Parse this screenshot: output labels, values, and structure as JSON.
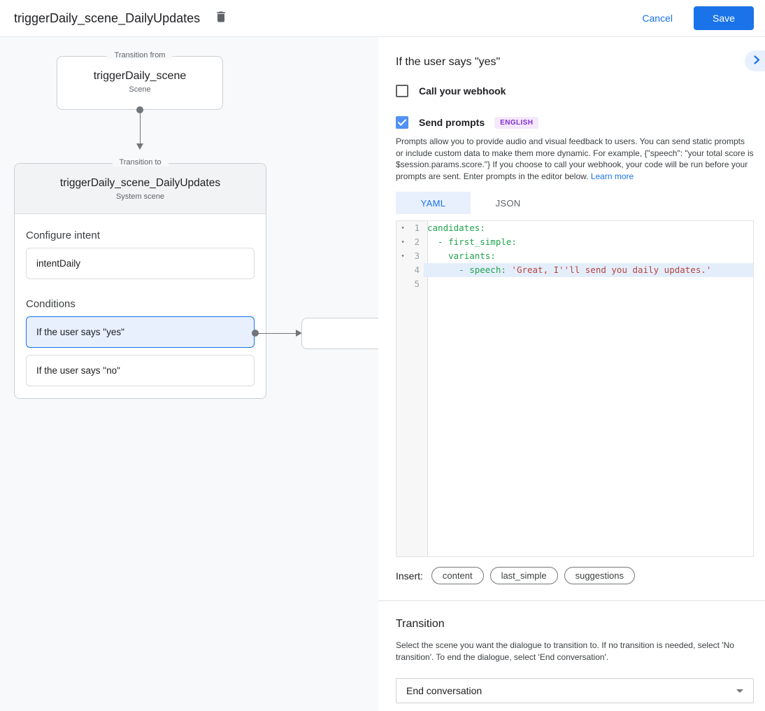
{
  "header": {
    "title": "triggerDaily_scene_DailyUpdates",
    "cancel_label": "Cancel",
    "save_label": "Save"
  },
  "diagram": {
    "from_node": {
      "legend": "Transition from",
      "title": "triggerDaily_scene",
      "subtitle": "Scene"
    },
    "to_node": {
      "legend": "Transition to",
      "title": "triggerDaily_scene_DailyUpdates",
      "subtitle": "System scene",
      "configure_intent_label": "Configure intent",
      "intent_name": "intentDaily",
      "conditions_label": "Conditions",
      "conditions": [
        {
          "label": "If the user says \"yes\"",
          "active": true
        },
        {
          "label": "If the user says \"no\"",
          "active": false
        }
      ]
    }
  },
  "detail": {
    "title": "If the user says \"yes\"",
    "webhook_checkbox": {
      "label": "Call your webhook",
      "checked": false
    },
    "prompts_checkbox": {
      "label": "Send prompts",
      "checked": true,
      "badge": "ENGLISH"
    },
    "description": "Prompts allow you to provide audio and visual feedback to users. You can send static prompts or include custom data to make them more dynamic. For example, {\"speech\": \"your total score is $session.params.score.\"} If you choose to call your webhook, your code will be run before your prompts are sent. Enter prompts in the editor below. ",
    "learn_more_label": "Learn more",
    "tabs": [
      {
        "label": "YAML",
        "active": true
      },
      {
        "label": "JSON",
        "active": false
      }
    ],
    "editor": {
      "lines": [
        {
          "num": 1,
          "fold": true,
          "active": false,
          "segments": [
            {
              "text": "candidates:",
              "type": "key"
            }
          ]
        },
        {
          "num": 2,
          "fold": true,
          "active": false,
          "segments": [
            {
              "text": "  - first_simple:",
              "type": "key"
            }
          ]
        },
        {
          "num": 3,
          "fold": true,
          "active": false,
          "segments": [
            {
              "text": "    variants:",
              "type": "key"
            }
          ]
        },
        {
          "num": 4,
          "fold": false,
          "active": true,
          "segments": [
            {
              "text": "      - speech: ",
              "type": "key"
            },
            {
              "text": "'Great, I''ll send you daily updates.'",
              "type": "string"
            }
          ]
        },
        {
          "num": 5,
          "fold": false,
          "active": false,
          "segments": []
        }
      ]
    },
    "insert": {
      "label": "Insert:",
      "chips": [
        "content",
        "last_simple",
        "suggestions"
      ]
    },
    "transition": {
      "title": "Transition",
      "description": "Select the scene you want the dialogue to transition to. If no transition is needed, select 'No transition'. To end the dialogue, select 'End conversation'.",
      "dropdown_value": "End conversation"
    }
  },
  "colors": {
    "accent": "#1a73e8",
    "checkbox_checked": "#5291f5",
    "badge_bg": "#f4e8fd",
    "badge_text": "#8430ce",
    "code_key": "#1ea44c",
    "code_string": "#b5443e",
    "active_line_bg": "#e4eefb",
    "condition_active_bg": "#e8f0fe",
    "condition_active_border": "#1a73e8"
  }
}
